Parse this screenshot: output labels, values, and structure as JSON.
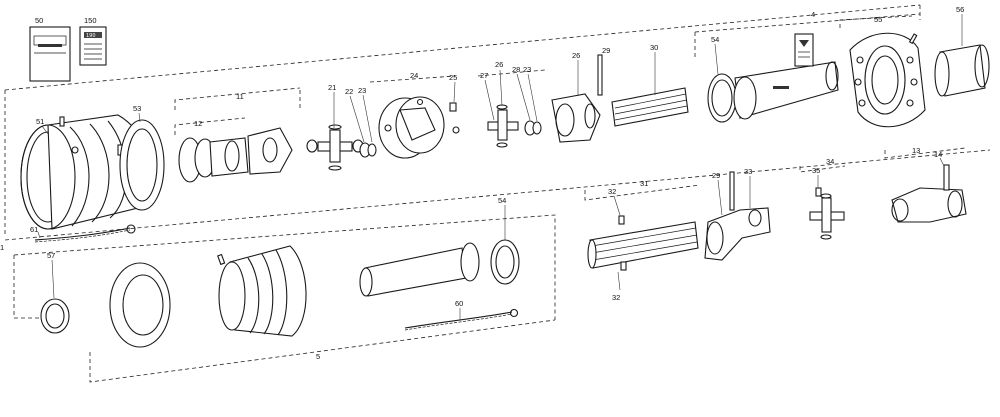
{
  "diagram": {
    "part_labels": {
      "n1": "1",
      "n4": "4",
      "n5": "5",
      "n11": "11",
      "n12": "12",
      "n13": "13",
      "n14": "14",
      "n21": "21",
      "n22": "22",
      "n23a": "23",
      "n23b": "23",
      "n24": "24",
      "n25": "25",
      "n26a": "26",
      "n26b": "26",
      "n27": "27",
      "n28": "28",
      "n29a": "29",
      "n29b": "29",
      "n30": "30",
      "n31": "31",
      "n32a": "32",
      "n32b": "32",
      "n33": "33",
      "n34": "34",
      "n35": "35",
      "n50": "50",
      "n51": "51",
      "n53": "53",
      "n54a": "54",
      "n54b": "54",
      "n55": "55",
      "n56": "56",
      "n57": "57",
      "n60": "60",
      "n61": "61",
      "n150": "150"
    },
    "card_150_text": "190"
  }
}
